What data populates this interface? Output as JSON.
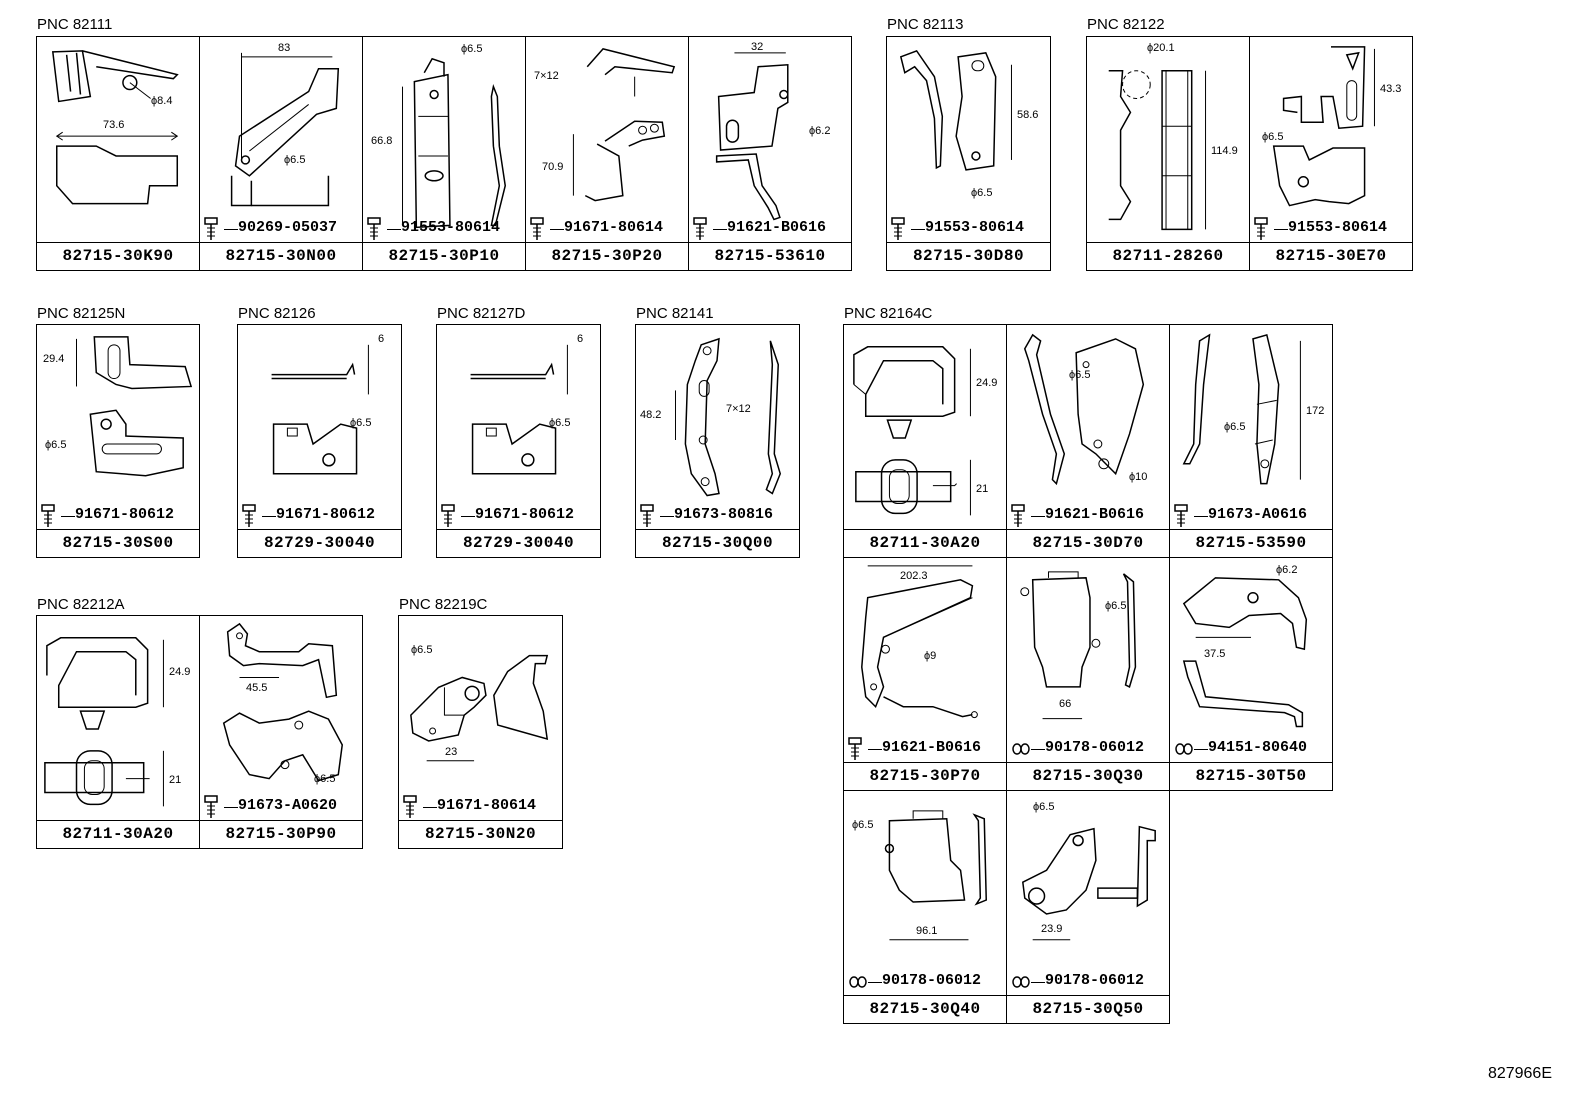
{
  "groups": [
    {
      "pnc": "PNC 82111",
      "cells": [
        {
          "part": "82715-30K90",
          "dims": [
            "ϕ8.4",
            "73.6"
          ],
          "bolt": ""
        },
        {
          "part": "82715-30N00",
          "dims": [
            "83",
            "ϕ6.5"
          ],
          "bolt": "90269-05037"
        },
        {
          "part": "82715-30P10",
          "dims": [
            "ϕ6.5",
            "66.8"
          ],
          "bolt": "91553-80614"
        },
        {
          "part": "82715-30P20",
          "dims": [
            "7×12",
            "70.9"
          ],
          "bolt": "91671-80614"
        },
        {
          "part": "82715-53610",
          "dims": [
            "32",
            "ϕ6.2"
          ],
          "bolt": "91621-B0616"
        }
      ]
    },
    {
      "pnc": "PNC 82113",
      "cells": [
        {
          "part": "82715-30D80",
          "dims": [
            "58.6",
            "ϕ6.5"
          ],
          "bolt": "91553-80614"
        }
      ]
    },
    {
      "pnc": "PNC 82122",
      "cells": [
        {
          "part": "82711-28260",
          "dims": [
            "ϕ20.1",
            "114.9"
          ],
          "bolt": ""
        },
        {
          "part": "82715-30E70",
          "dims": [
            "43.3",
            "ϕ6.5"
          ],
          "bolt": "91553-80614"
        }
      ]
    },
    {
      "pnc": "PNC 82125N",
      "cells": [
        {
          "part": "82715-30S00",
          "dims": [
            "29.4",
            "ϕ6.5"
          ],
          "bolt": "91671-80612"
        }
      ]
    },
    {
      "pnc": "PNC 82126",
      "cells": [
        {
          "part": "82729-30040",
          "dims": [
            "6",
            "ϕ6.5"
          ],
          "bolt": "91671-80612"
        }
      ]
    },
    {
      "pnc": "PNC 82127D",
      "cells": [
        {
          "part": "82729-30040",
          "dims": [
            "6",
            "ϕ6.5"
          ],
          "bolt": "91671-80612"
        }
      ]
    },
    {
      "pnc": "PNC 82141",
      "cells": [
        {
          "part": "82715-30Q00",
          "dims": [
            "48.2",
            "7×12"
          ],
          "bolt": "91673-80816"
        }
      ]
    },
    {
      "pnc": "PNC 82164C",
      "cells": [
        {
          "part": "82711-30A20",
          "dims": [
            "24.9",
            "21"
          ],
          "bolt": ""
        },
        {
          "part": "82715-30D70",
          "dims": [
            "ϕ6.5",
            "ϕ10"
          ],
          "bolt": "91621-B0616"
        },
        {
          "part": "82715-53590",
          "dims": [
            "172",
            "ϕ6.5"
          ],
          "bolt": "91673-A0616"
        },
        {
          "part": "82715-30P70",
          "dims": [
            "202.3",
            "ϕ9"
          ],
          "bolt": "91621-B0616"
        },
        {
          "part": "82715-30Q30",
          "dims": [
            "ϕ6.5",
            "66"
          ],
          "bolt": "90178-06012"
        },
        {
          "part": "82715-30T50",
          "dims": [
            "ϕ6.2",
            "37.5"
          ],
          "bolt": "94151-80640"
        },
        {
          "part": "82715-30Q40",
          "dims": [
            "ϕ6.5",
            "96.1"
          ],
          "bolt": "90178-06012"
        },
        {
          "part": "82715-30Q50",
          "dims": [
            "ϕ6.5",
            "23.9"
          ],
          "bolt": "90178-06012"
        }
      ]
    },
    {
      "pnc": "PNC 82212A",
      "cells": [
        {
          "part": "82711-30A20",
          "dims": [
            "24.9",
            "21"
          ],
          "bolt": ""
        },
        {
          "part": "82715-30P90",
          "dims": [
            "45.5",
            "ϕ6.5"
          ],
          "bolt": "91673-A0620"
        }
      ]
    },
    {
      "pnc": "PNC 82219C",
      "cells": [
        {
          "part": "82715-30N20",
          "dims": [
            "ϕ6.5",
            "23"
          ],
          "bolt": "91671-80614"
        }
      ]
    }
  ],
  "footer": "827966E"
}
